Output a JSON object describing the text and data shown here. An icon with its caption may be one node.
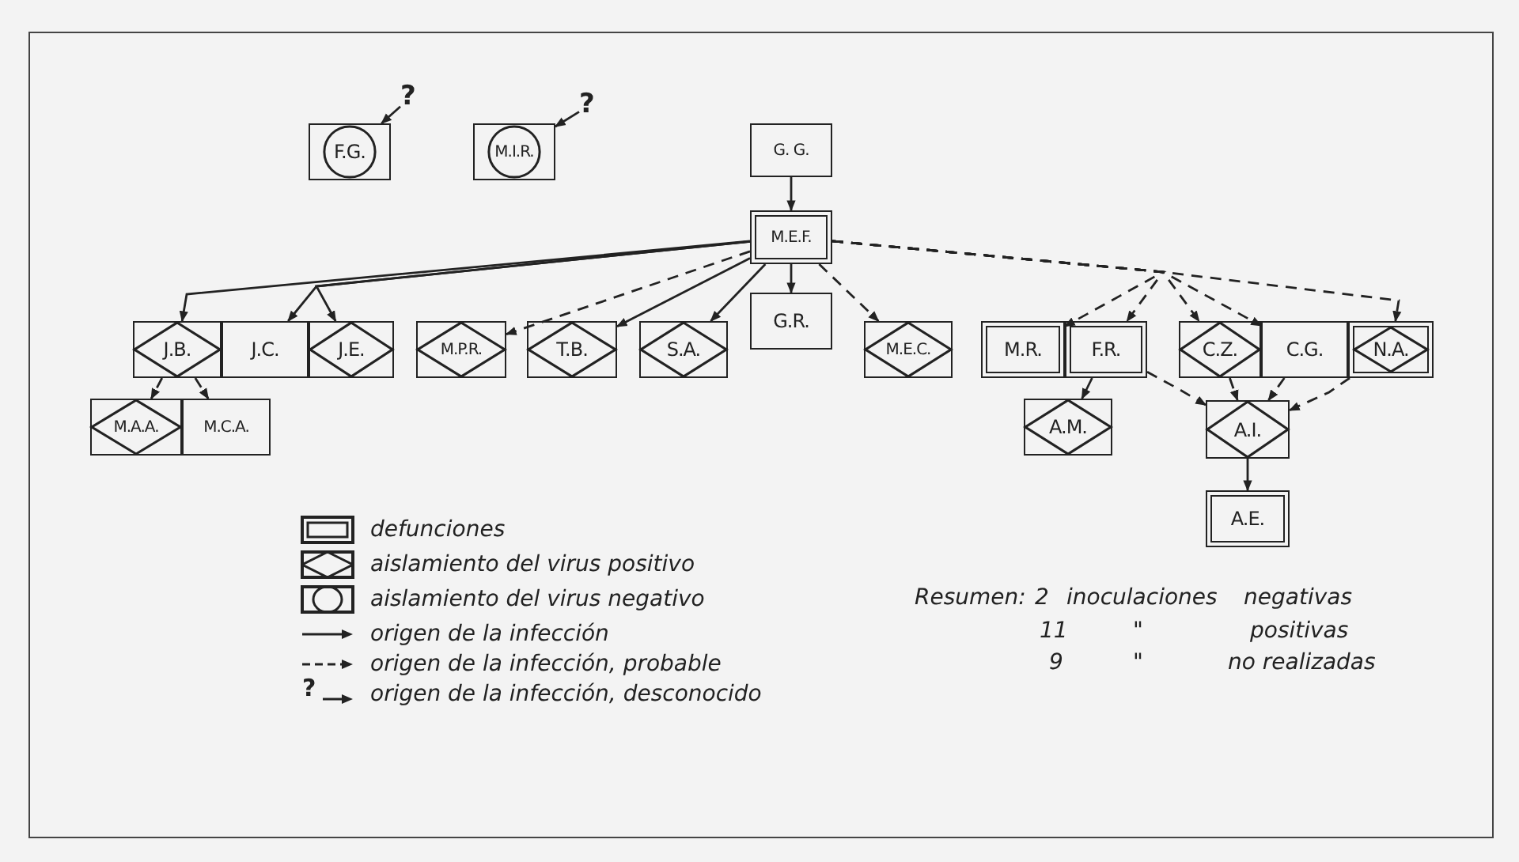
{
  "diagram": {
    "nodes": [
      {
        "text": [
          "F.G."
        ]
      },
      {
        "text": [
          "?"
        ]
      },
      {
        "text": [
          "M.I.R."
        ]
      },
      {
        "text": [
          "?"
        ]
      },
      {
        "text": [
          "G. G."
        ]
      },
      {
        "text": [
          "M.E.F."
        ]
      },
      {
        "text": [
          "J.B."
        ]
      },
      {
        "text": [
          "J.C."
        ]
      },
      {
        "text": [
          "J.E."
        ]
      },
      {
        "text": [
          "M.P.R."
        ]
      },
      {
        "text": [
          "T.B."
        ]
      },
      {
        "text": [
          "S.A."
        ]
      },
      {
        "text": [
          "G.R."
        ]
      },
      {
        "text": [
          "M.E.C."
        ]
      },
      {
        "text": [
          "M.R."
        ]
      },
      {
        "text": [
          "F.R."
        ]
      },
      {
        "text": [
          "C.Z."
        ]
      },
      {
        "text": [
          "C.G."
        ]
      },
      {
        "text": [
          "N.A."
        ]
      },
      {
        "text": [
          "M.A.A."
        ]
      },
      {
        "text": [
          "M.C.A."
        ]
      },
      {
        "text": [
          "A.M."
        ]
      },
      {
        "text": [
          "A.I."
        ]
      },
      {
        "text": [
          "A.E."
        ]
      }
    ],
    "edges": [
      {
        "from": 1,
        "to": 0,
        "arrow": "to"
      },
      {
        "from": 3,
        "to": 2,
        "arrow": "to"
      },
      {
        "from": 4,
        "to": 5,
        "arrow": "to"
      },
      {
        "from": 5,
        "to": 6,
        "arrow": "to"
      },
      {
        "from": 5,
        "to": 7,
        "arrow": "to"
      },
      {
        "from": 5,
        "to": 8,
        "arrow": "to"
      },
      {
        "from": 5,
        "to": 9,
        "arrow": "to",
        "style": "dashed"
      },
      {
        "from": 5,
        "to": 10,
        "arrow": "to"
      },
      {
        "from": 5,
        "to": 11,
        "arrow": "to"
      },
      {
        "from": 5,
        "to": 12,
        "arrow": "to"
      },
      {
        "from": 5,
        "to": 13,
        "arrow": "to",
        "style": "dashed"
      },
      {
        "from": 5,
        "to": 14,
        "arrow": "to",
        "style": "dashed"
      },
      {
        "from": 5,
        "to": 15,
        "arrow": "to",
        "style": "dashed"
      },
      {
        "from": 5,
        "to": 16,
        "arrow": "to",
        "style": "dashed"
      },
      {
        "from": 5,
        "to": 17,
        "arrow": "to",
        "style": "dashed"
      },
      {
        "from": 5,
        "to": 18,
        "arrow": "to",
        "style": "dashed"
      },
      {
        "from": 6,
        "to": 19,
        "arrow": "to",
        "style": "dashed"
      },
      {
        "from": 6,
        "to": 20,
        "arrow": "to",
        "style": "dashed"
      },
      {
        "from": 15,
        "to": 21,
        "arrow": "to"
      },
      {
        "from": 15,
        "to": 22,
        "arrow": "to",
        "style": "dashed"
      },
      {
        "from": 16,
        "to": 22,
        "arrow": "to",
        "style": "dashed"
      },
      {
        "from": 17,
        "to": 22,
        "arrow": "to",
        "style": "dashed"
      },
      {
        "from": 18,
        "to": 22,
        "arrow": "to",
        "style": "dashed"
      },
      {
        "from": 22,
        "to": 23,
        "arrow": "to"
      }
    ],
    "labels": [
      "?",
      "Resumen:",
      "2",
      "inoculaciones",
      "negativas",
      "11",
      "\"",
      "positivas",
      "9",
      "\"",
      "no realizadas"
    ],
    "legend": [
      {
        "text": "defunciones"
      },
      {
        "text": "aislamiento del virus positivo"
      },
      {
        "text": "aislamiento del virus negativo"
      },
      {
        "text": "origen de la infección"
      },
      {
        "text": "origen de la infección, probable"
      },
      {
        "text": "origen de la infección, desconocido"
      }
    ]
  }
}
